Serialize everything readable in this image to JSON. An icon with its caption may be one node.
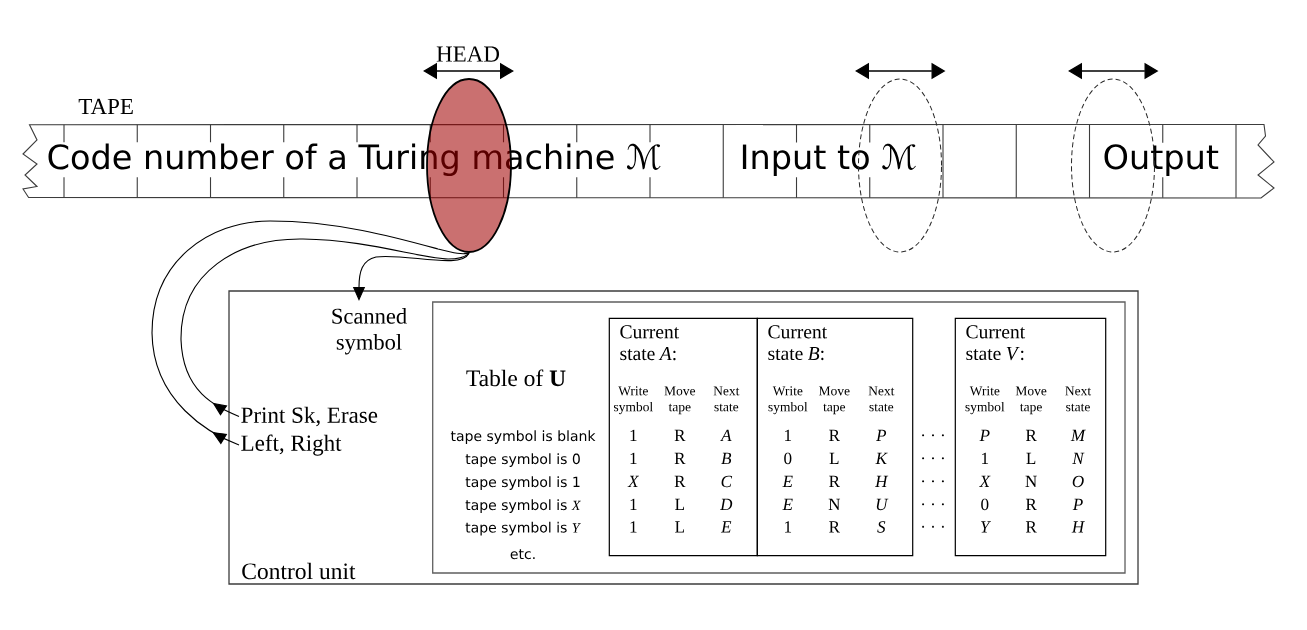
{
  "diagram": {
    "nodes": [
      {
        "text": [
          "Code number of a Turing machine ℳ",
          "Input to ℳ",
          "Output"
        ],
        "beside": [
          "TAPE"
        ]
      },
      {
        "text": [
          "HEAD"
        ]
      },
      {
        "text": [],
        "shape": "ellipse"
      },
      {
        "text": [],
        "shape": "ellipse"
      },
      {
        "text": [
          "Control unit"
        ]
      },
      {
        "text": [
          "Scanned symbol"
        ],
        "in": 4
      },
      {
        "text": [
          "Print Sk, Erase"
        ],
        "in": 4
      },
      {
        "text": [
          "Left, Right"
        ],
        "in": 4
      },
      {
        "text": [
          "Table of **U**",
          "tape symbol is blank",
          "tape symbol is 0",
          "tape symbol is 1",
          "tape symbol is *X*",
          "tape symbol is *Y*",
          "etc."
        ],
        "in": 4
      },
      {
        "text": [
          "Current state *A*:",
          "Write symbol",
          "Move tape",
          "Next state",
          "1",
          "R",
          "A",
          "1",
          "R",
          "B",
          "X",
          "R",
          "C",
          "1",
          "L",
          "D",
          "1",
          "L",
          "E"
        ],
        "in": 8
      },
      {
        "text": [
          "Current state *B*:",
          "Write symbol",
          "Move tape",
          "Next state",
          "1",
          "R",
          "P",
          "0",
          "L",
          "K",
          "E",
          "R",
          "H",
          "E",
          "N",
          "U",
          "1",
          "R",
          "S"
        ],
        "in": 8
      },
      {
        "text": [
          "Current state *V*:",
          "Write symbol",
          "Move tape",
          "Next state",
          "P",
          "R",
          "M",
          "1",
          "L",
          "N",
          "X",
          "N",
          "O",
          "0",
          "R",
          "P",
          "Y",
          "R",
          "H"
        ],
        "in": 8
      }
    ],
    "edges": [
      {
        "from": 1,
        "to": 5,
        "arrow": "to"
      },
      {
        "from": 6,
        "to": 1,
        "arrow": "to"
      },
      {
        "from": 7,
        "to": 1,
        "arrow": "to"
      }
    ],
    "labels": [
      "· · ·",
      "· · ·",
      "· · ·",
      "· · ·",
      "· · ·"
    ]
  }
}
